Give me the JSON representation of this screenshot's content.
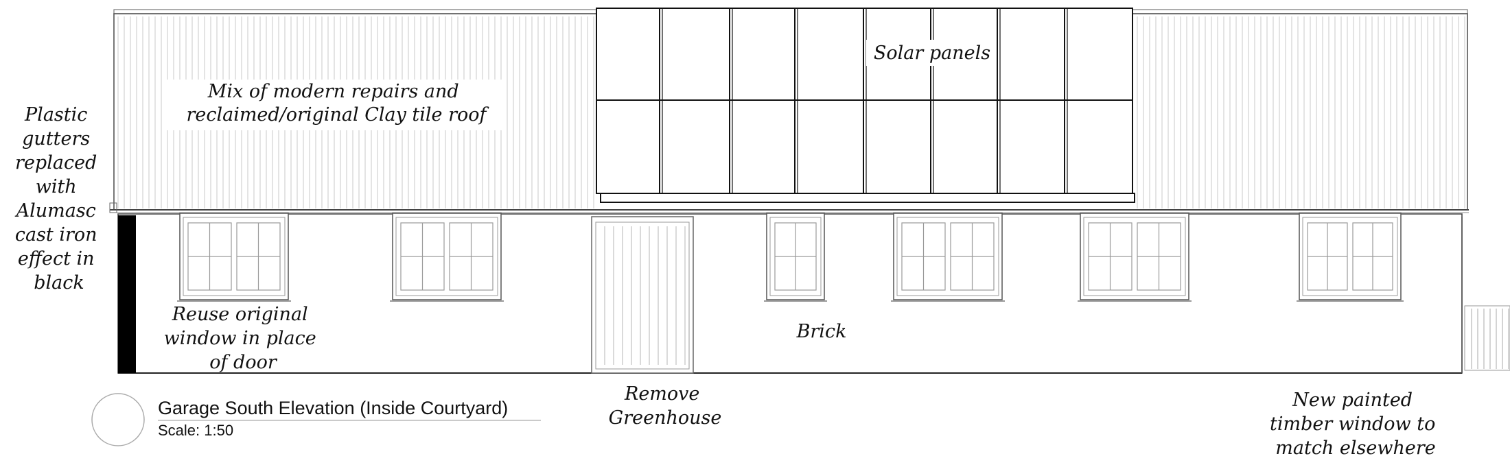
{
  "drawing": {
    "title": "Garage South Elevation  (Inside Courtyard)",
    "scale": "Scale: 1:50"
  },
  "annotations": {
    "roof": [
      "Mix of modern repairs and",
      "reclaimed/original Clay tile roof"
    ],
    "solar": [
      "Solar panels"
    ],
    "gutters": [
      "Plastic",
      "gutters",
      "replaced",
      "with",
      "Alumasc",
      "cast iron",
      "effect in",
      "black"
    ],
    "reuse_window": [
      "Reuse original",
      "window in place",
      "of door"
    ],
    "brick": [
      "Brick"
    ],
    "greenhouse": [
      "Remove",
      "Greenhouse"
    ],
    "new_window": [
      "New painted",
      "timber window to",
      "match elsewhere"
    ]
  },
  "colors": {
    "line": "#111111",
    "light_line": "#9a9a9a",
    "gutter": "#000000",
    "background": "#ffffff"
  }
}
